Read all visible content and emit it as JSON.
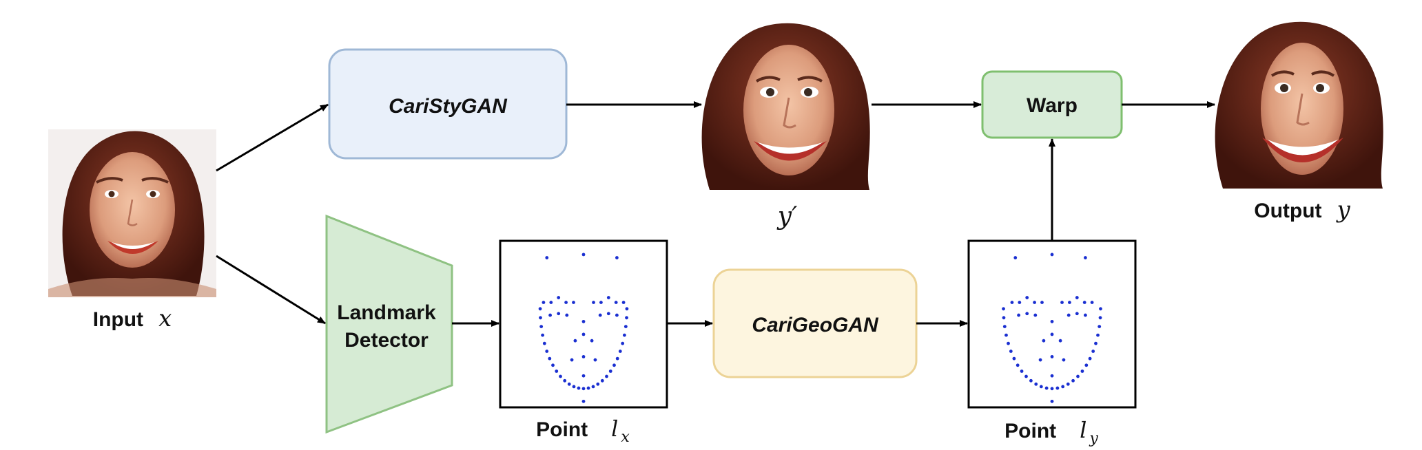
{
  "nodes": {
    "caristygan": "CariStyGAN",
    "warp": "Warp",
    "landmark_line1": "Landmark",
    "landmark_line2": "Detector",
    "carigeogan": "CariGeoGAN"
  },
  "labels": {
    "input_word": "Input",
    "input_var": "x",
    "intermediate_var": "y′",
    "output_word": "Output",
    "output_var": "y",
    "point_left_word": "Point",
    "point_left_var": "l",
    "point_left_sub": "x",
    "point_right_word": "Point",
    "point_right_var": "l",
    "point_right_sub": "y"
  },
  "colors": {
    "caristygan_fill": "#e9f0fa",
    "caristygan_stroke": "#9fb8d6",
    "warp_fill": "#d8ecd8",
    "warp_stroke": "#7fbf6f",
    "landmark_fill": "#d6ebd4",
    "landmark_stroke": "#8fc283",
    "carigeogan_fill": "#fdf5df",
    "carigeogan_stroke": "#ecd396",
    "landmark_dot": "#1a2fd1",
    "arrow": "#000000"
  }
}
